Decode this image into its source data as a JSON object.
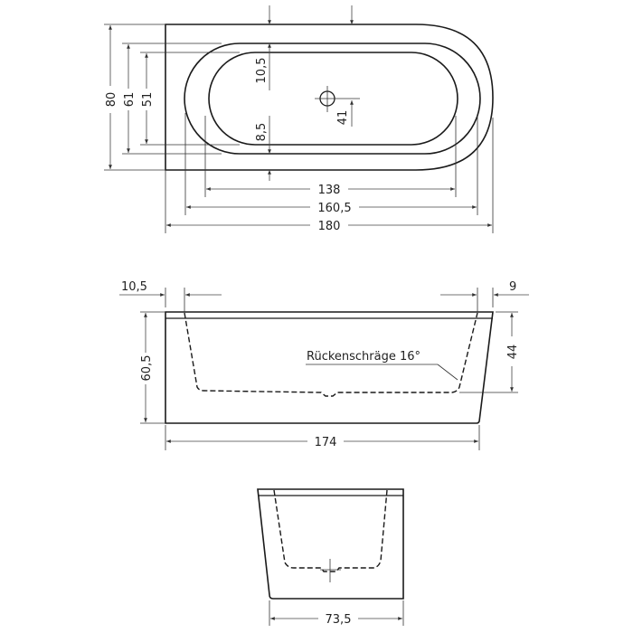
{
  "colors": {
    "line": "#1a1a1a",
    "dimension": "#444444",
    "background": "#ffffff"
  },
  "top_view": {
    "dims": {
      "width_overall": "180",
      "width_rim_inner": "160,5",
      "width_basin": "138",
      "height_overall": "80",
      "height_rim_inner": "61",
      "height_basin": "51",
      "rim_top": "10,5",
      "rim_bottom": "8,5",
      "drain_offset": "41"
    }
  },
  "side_view": {
    "dims": {
      "left_offset": "10,5",
      "right_offset": "9",
      "height": "60,5",
      "depth": "44",
      "bottom_length": "174"
    },
    "annotation": "Rückenschräge 16°"
  },
  "end_view": {
    "dims": {
      "width": "73,5"
    }
  }
}
